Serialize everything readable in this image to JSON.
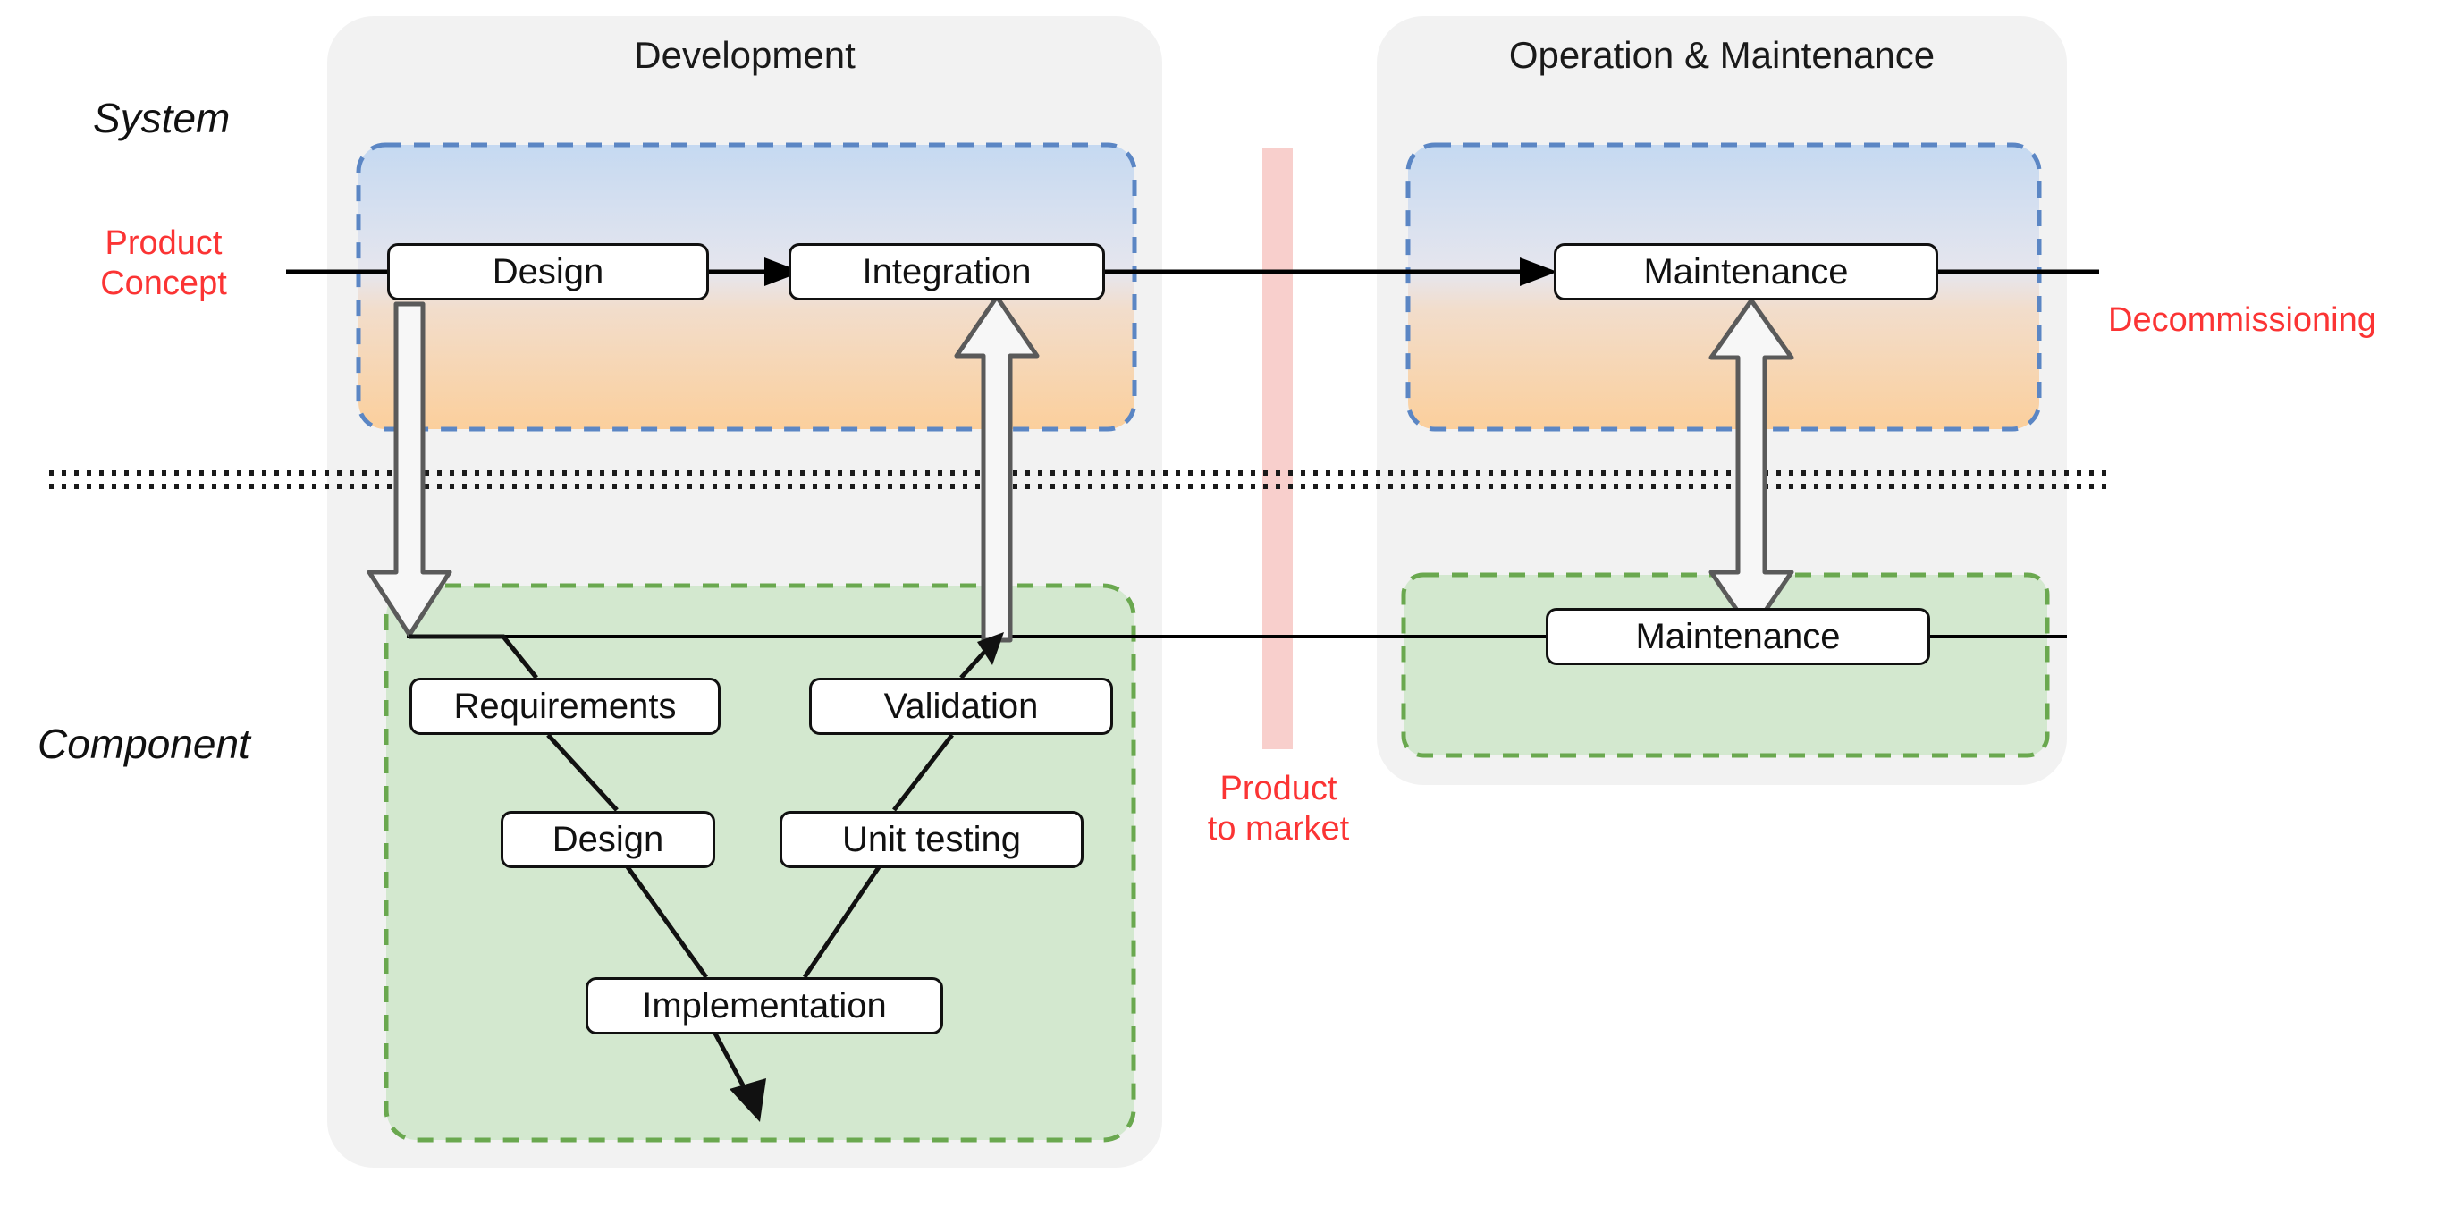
{
  "diagram": {
    "title_development": "Development",
    "title_operation": "Operation & Maintenance",
    "lane_system": "System",
    "lane_component": "Component",
    "label_product_concept_line1": "Product",
    "label_product_concept_line2": "Concept",
    "label_decommissioning": "Decommissioning",
    "label_product_to_market_line1": "Product",
    "label_product_to_market_line2": "to market"
  },
  "nodes": {
    "system_design": "Design",
    "system_integration": "Integration",
    "system_maintenance": "Maintenance",
    "component_maintenance": "Maintenance",
    "component_requirements": "Requirements",
    "component_design": "Design",
    "component_implementation": "Implementation",
    "component_unit_testing": "Unit testing",
    "component_validation": "Validation"
  },
  "colors": {
    "group_gray": "#f2f2f2",
    "vee_top_blue": "#c5d9f1",
    "vee_bottom_orange": "#fbcf9c",
    "vee_border_blue": "#5b86c4",
    "component_green_fill": "#d3e8cf",
    "component_green_border": "#6aa84f",
    "milestone_red_bar": "#f8cfcc",
    "accent_red_text": "#fb3434",
    "node_border": "#111111",
    "flow_line": "#000000",
    "block_arrow_stroke": "#5a5a5a",
    "block_arrow_fill": "#f7f7f7"
  },
  "icons": {
    "down_block_arrow": "block-arrow-down-icon",
    "up_block_arrow": "block-arrow-up-icon",
    "double_block_arrow": "block-arrow-double-icon",
    "flow_arrowhead": "arrowhead-icon",
    "milestone_bar": "milestone-bar-icon",
    "lane_divider": "dotted-lane-divider-icon"
  }
}
